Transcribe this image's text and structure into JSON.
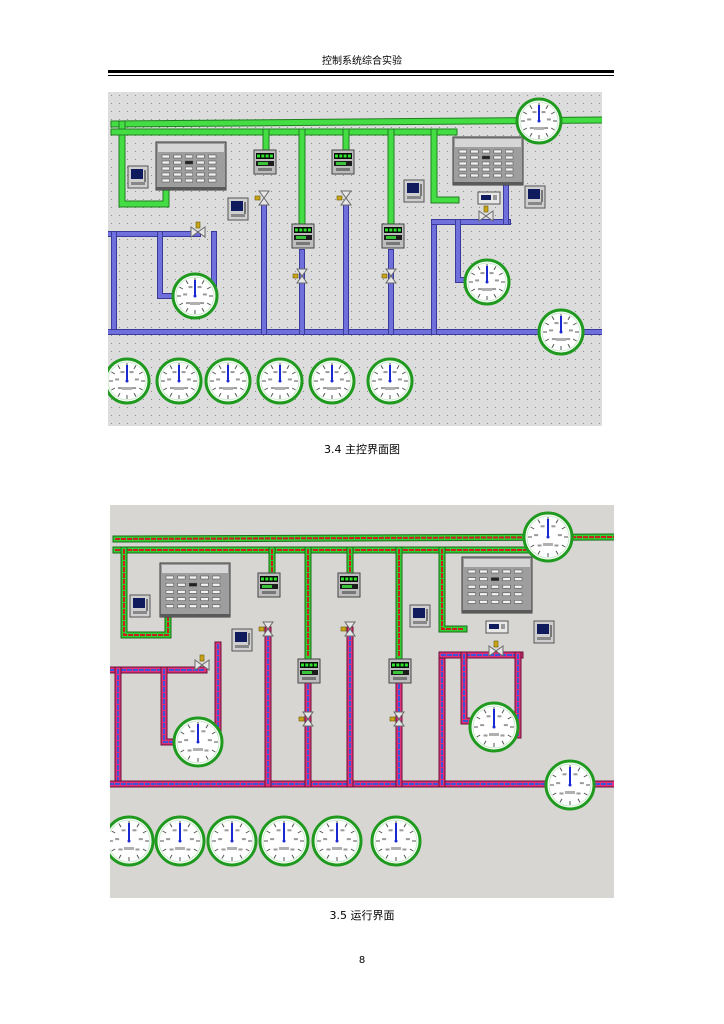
{
  "header": {
    "title": "控制系统综合实验"
  },
  "figures": [
    {
      "caption": "3.4  主控界面图",
      "pipe_colors": {
        "gas": "#44dd44",
        "water": "#7070dd"
      },
      "background": "#dcdcdc"
    },
    {
      "caption": "3.5  运行界面",
      "pipe_colors": {
        "gas": "#33cc33",
        "water": "#e0307a",
        "flow_dash": "#cc2020"
      },
      "background": "#d8d6d2"
    }
  ],
  "gauge_scale": {
    "min": 0,
    "max": 100,
    "ticks": [
      "0",
      "10",
      "20",
      "30",
      "40",
      "50",
      "60",
      "70",
      "80",
      "90",
      "100"
    ]
  },
  "page_number": "8"
}
